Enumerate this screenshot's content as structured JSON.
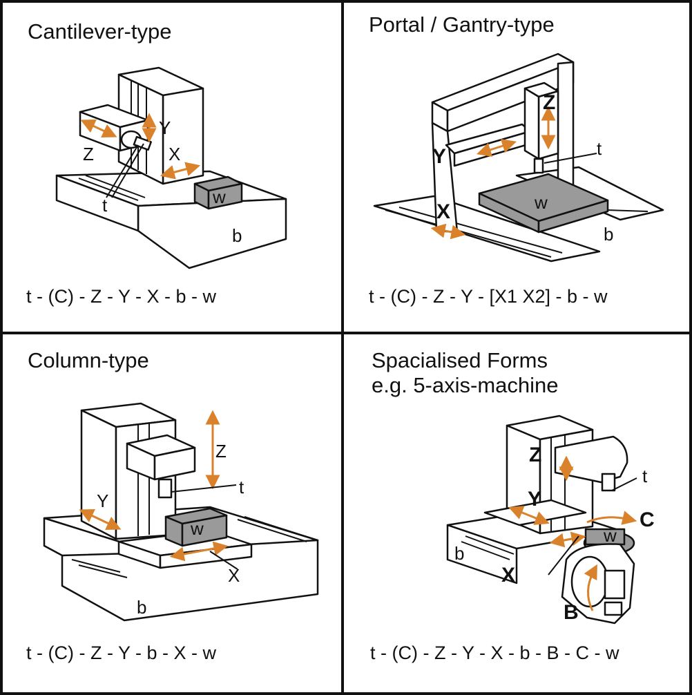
{
  "panels": [
    {
      "title": "Cantilever-type",
      "labels": {
        "y": "Y",
        "z": "Z",
        "x": "X",
        "t": "t",
        "w": "w",
        "b": "b"
      },
      "formula": "t - (C) - Z - Y - X - b - w"
    },
    {
      "title": "Portal / Gantry-type",
      "labels": {
        "z": "Z",
        "y": "Y",
        "t": "t",
        "x": "X",
        "w": "w",
        "b": "b"
      },
      "formula": "t - (C) - Z - Y - [X1 X2] - b - w"
    },
    {
      "title": "Column-type",
      "labels": {
        "z": "Z",
        "t": "t",
        "y": "Y",
        "w": "w",
        "x": "X",
        "b": "b"
      },
      "formula": "t - (C) - Z - Y - b - X - w"
    },
    {
      "title": "Spacialised Forms\ne.g. 5-axis-machine",
      "labels": {
        "z": "Z",
        "t": "t",
        "y": "Y",
        "c": "C",
        "b": "b",
        "w": "w",
        "x": "X",
        "b_axis": "B"
      },
      "formula": "t - (C) - Z - Y - X - b - B - C - w"
    }
  ],
  "colors": {
    "arrow": "#d9822b",
    "workpiece": "#9a9a9a",
    "lines": "#111111"
  }
}
